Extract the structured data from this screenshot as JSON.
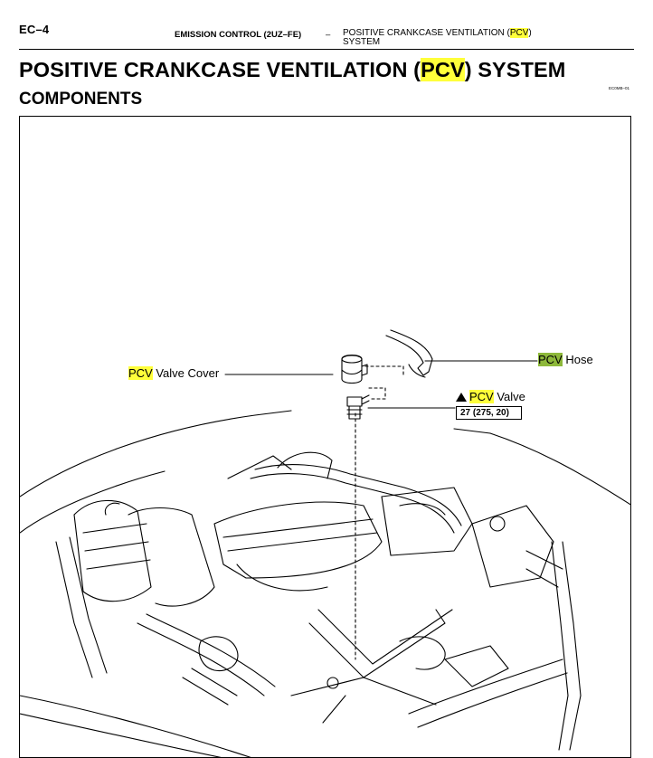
{
  "header": {
    "page_number": "EC–4",
    "section": "EMISSION CONTROL (2UZ–FE)",
    "dash": "–",
    "title_prefix": "POSITIVE CRANKCASE VENTILATION (",
    "title_highlight": "PCV",
    "title_suffix": ")",
    "title_line2": "SYSTEM"
  },
  "page_title": {
    "prefix": "POSITIVE CRANKCASE VENTILATION (",
    "highlight": "PCV",
    "suffix": ") SYSTEM"
  },
  "section_title": "COMPONENTS",
  "figure": {
    "code": "EC0MB–01",
    "labels": {
      "valve_cover": {
        "highlight": "PCV",
        "text": " Valve Cover"
      },
      "hose": {
        "highlight": "PCV",
        "text": " Hose"
      },
      "valve": {
        "highlight": "PCV",
        "text": " Valve"
      }
    },
    "torque_spec": "27 (275, 20)"
  },
  "colors": {
    "highlight_yellow": "#ffff3a",
    "highlight_green": "#8db83a"
  }
}
